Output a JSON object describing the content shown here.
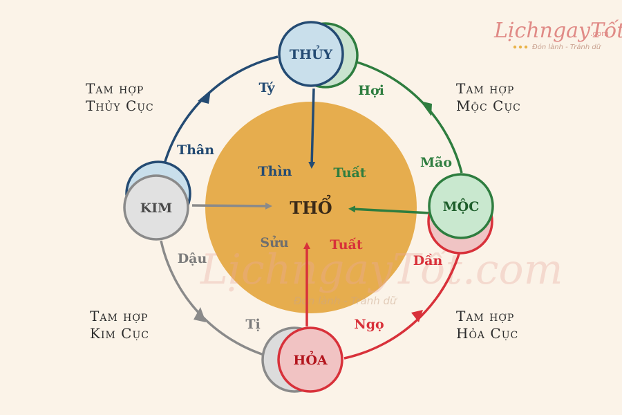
{
  "logo": {
    "brand": "LịchngayTốt",
    "domain": ".com",
    "tagline": "Đón lành - Tránh dữ"
  },
  "watermark": {
    "brand": "LịchngayTốt.com",
    "tagline": "Đón lành - Tránh dữ"
  },
  "center": {
    "label": "THỔ",
    "fill": "#e6ad4e"
  },
  "nodes": {
    "thuy": {
      "label": "THỦY",
      "fill": "#c9dfeb",
      "stroke": "#244b73",
      "shadow_fill": "#c9e3cf",
      "shadow_stroke": "#2e7d3f",
      "text": "#244b73"
    },
    "moc": {
      "label": "MỘC",
      "fill": "#c9e8cf",
      "stroke": "#2e7d3f",
      "shadow_fill": "#f0c4c4",
      "shadow_stroke": "#d8313a",
      "text": "#1e5e2b"
    },
    "hoa": {
      "label": "HỎA",
      "fill": "#f1c3c3",
      "stroke": "#d8313a",
      "shadow_fill": "#dcdcdc",
      "shadow_stroke": "#8a8a8a",
      "text": "#b3161e"
    },
    "kim": {
      "label": "KIM",
      "fill": "#e1e1e1",
      "stroke": "#8a8a8a",
      "shadow_fill": "#c9dfeb",
      "shadow_stroke": "#244b73",
      "text": "#4a4a4a"
    }
  },
  "branches": {
    "ty": {
      "label": "Tý",
      "color": "#244b73"
    },
    "hoi": {
      "label": "Hợi",
      "color": "#2e7d3f"
    },
    "mao": {
      "label": "Mão",
      "color": "#2e7d3f"
    },
    "dan": {
      "label": "Dần",
      "color": "#d8313a"
    },
    "ngo": {
      "label": "Ngọ",
      "color": "#d8313a"
    },
    "ti": {
      "label": "Tị",
      "color": "#7a7a7a"
    },
    "dau": {
      "label": "Dậu",
      "color": "#7a7a7a"
    },
    "than": {
      "label": "Thân",
      "color": "#244b73"
    },
    "thin": {
      "label": "Thìn",
      "color": "#244b73"
    },
    "tuat_top": {
      "label": "Tuất",
      "color": "#2e7d3f"
    },
    "suu": {
      "label": "Sửu",
      "color": "#6e6e6e"
    },
    "tuat_bottom": {
      "label": "Tuất",
      "color": "#d8313a"
    }
  },
  "tam_hop": {
    "thuy": {
      "line1": "Tam hợp",
      "line2": "Thủy Cục"
    },
    "moc": {
      "line1": "Tam hợp",
      "line2": "Mộc Cục"
    },
    "kim": {
      "line1": "Tam hợp",
      "line2": "Kim Cục"
    },
    "hoa": {
      "line1": "Tam hợp",
      "line2": "Hỏa Cục"
    }
  },
  "colors": {
    "blue": "#244b73",
    "green": "#2e7d3f",
    "red": "#d8313a",
    "gray": "#8a8a8a",
    "background": "#fbf3e8"
  }
}
